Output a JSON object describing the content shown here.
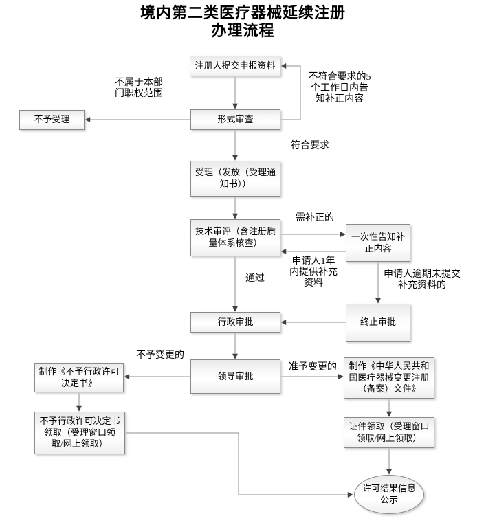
{
  "title": "境内第二类医疗器械延续注册\n办理流程",
  "nodes": {
    "submit": {
      "label": "注册人提交申报资料",
      "shape": "rect"
    },
    "formal_review": {
      "label": "形式审查",
      "shape": "rect"
    },
    "not_accepted": {
      "label": "不予受理",
      "shape": "rect"
    },
    "accept": {
      "label": "受理（发放（受理通\n知书））",
      "shape": "rect"
    },
    "tech_review": {
      "label": "技术审评（含注册质\n量体系核查）",
      "shape": "rect"
    },
    "one_time_notice": {
      "label": "一次性告知补\n正内容",
      "shape": "rect"
    },
    "admin_approval": {
      "label": "行政审批",
      "shape": "rect"
    },
    "terminate": {
      "label": "终止审批",
      "shape": "rect"
    },
    "leader_approval": {
      "label": "领导审批",
      "shape": "rect"
    },
    "make_denial": {
      "label": "制作《不予行政许可\n决定书》",
      "shape": "rect"
    },
    "denial_pickup": {
      "label": "不予行政许可决定书\n领取（受理窗口领\n取/网上领取）",
      "shape": "rect"
    },
    "make_certificate": {
      "label": "制作《中华人民共和\n国医疗器械变更注册\n（备案）文件》",
      "shape": "rect"
    },
    "cert_pickup": {
      "label": "证件领取（受理窗口\n领取/网上领取）",
      "shape": "rect"
    },
    "publish": {
      "label": "许可结果信息\n公示",
      "shape": "ellipse"
    }
  },
  "edge_labels": {
    "out_of_scope": "不属于本部\n门职权范围",
    "not_meet_5days": "不符合要求的5\n个工作日内告\n知补正内容",
    "meet": "符合要求",
    "need_correction": "需补正的",
    "supplement_1year": "申请人1年\n内提供补充\n资料",
    "pass": "通过",
    "overdue": "申请人逾期未提交\n补充资料的",
    "deny_change": "不予变更的",
    "approve_change": "准予变更的"
  },
  "edges": [
    {
      "from": "submit",
      "to": "formal_review"
    },
    {
      "from": "formal_review",
      "to": "not_accepted",
      "label_key": "out_of_scope"
    },
    {
      "from": "formal_review",
      "to": "submit",
      "label_key": "not_meet_5days"
    },
    {
      "from": "formal_review",
      "to": "accept",
      "label_key": "meet"
    },
    {
      "from": "accept",
      "to": "tech_review"
    },
    {
      "from": "tech_review",
      "to": "one_time_notice",
      "label_key": "need_correction"
    },
    {
      "from": "one_time_notice",
      "to": "tech_review",
      "label_key": "supplement_1year"
    },
    {
      "from": "tech_review",
      "to": "admin_approval",
      "label_key": "pass"
    },
    {
      "from": "one_time_notice",
      "to": "terminate",
      "label_key": "overdue"
    },
    {
      "from": "terminate",
      "to": "admin_approval"
    },
    {
      "from": "admin_approval",
      "to": "leader_approval"
    },
    {
      "from": "leader_approval",
      "to": "make_denial",
      "label_key": "deny_change"
    },
    {
      "from": "leader_approval",
      "to": "make_certificate",
      "label_key": "approve_change"
    },
    {
      "from": "make_denial",
      "to": "denial_pickup"
    },
    {
      "from": "make_certificate",
      "to": "cert_pickup"
    },
    {
      "from": "cert_pickup",
      "to": "publish"
    },
    {
      "from": "denial_pickup",
      "to": "publish"
    }
  ],
  "colors": {
    "background": "#ffffff",
    "box_border": "#8a8a8a",
    "box_fill_top": "#e9e9e9",
    "box_fill_bottom": "#efefef",
    "box_shadow": "#c9c9c9",
    "line": "#8f8f8f",
    "arrowhead": "#404040",
    "text": "#000000"
  }
}
